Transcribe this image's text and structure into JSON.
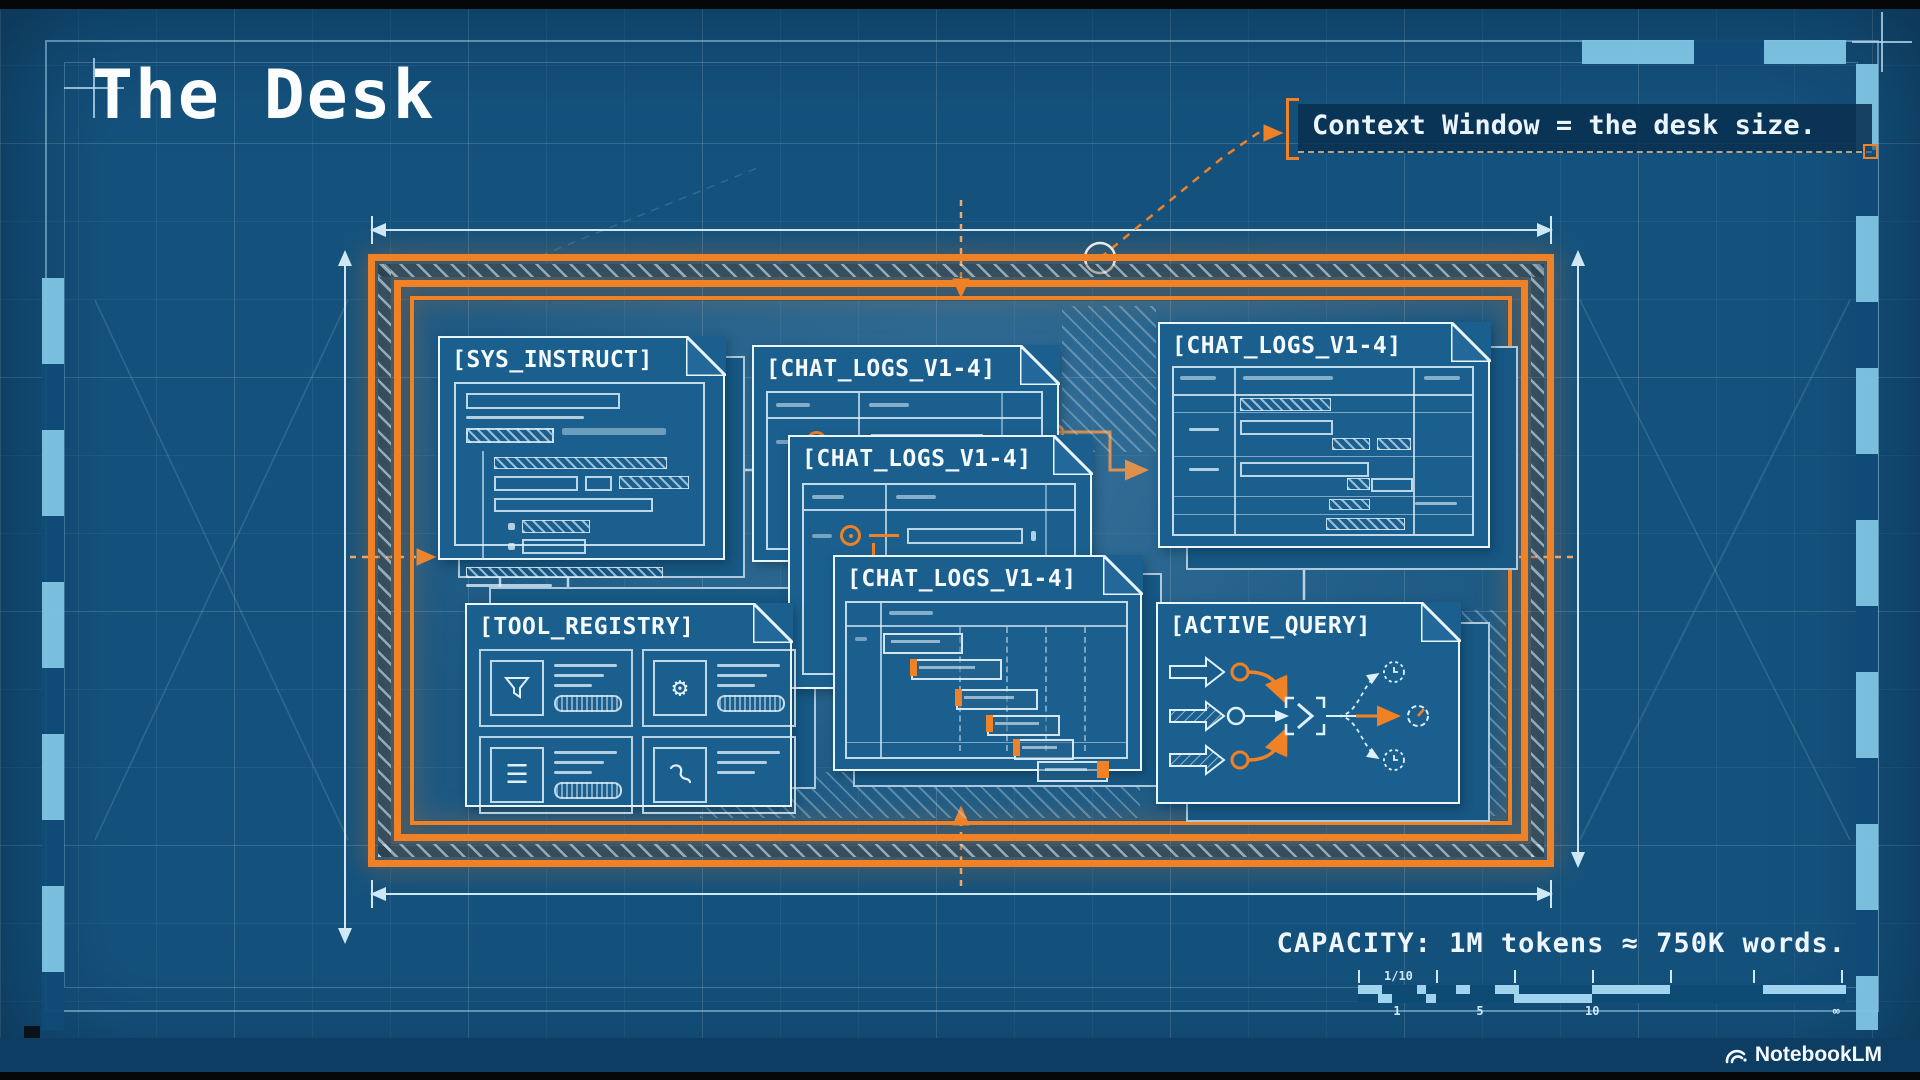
{
  "title": "The Desk",
  "callout": {
    "text": "Context Window = the desk size."
  },
  "documents": {
    "sys_instruct": {
      "label": "[SYS_INSTRUCT]"
    },
    "chat_logs_top": {
      "label": "[CHAT_LOGS_V1-4]"
    },
    "chat_logs_right": {
      "label": "[CHAT_LOGS_V1-4]"
    },
    "chat_logs_mid": {
      "label": "[CHAT_LOGS_V1-4]"
    },
    "chat_logs_bottom": {
      "label": "[CHAT_LOGS_V1-4]"
    },
    "tool_registry": {
      "label": "[TOOL_REGISTRY]"
    },
    "active_query": {
      "label": "[ACTIVE_QUERY]"
    }
  },
  "footer": {
    "capacity": "CAPACITY: 1M tokens ≈ 750K words.",
    "brand": "NotebookLM"
  },
  "scale_bar": {
    "fraction_label": "1/10",
    "tick_labels": [
      "1",
      "5",
      "10",
      "∞"
    ]
  },
  "icons": {
    "gear": "⚙",
    "list": "☰"
  },
  "colors": {
    "background": "#14527D",
    "accent_orange": "#F08125",
    "paper_line": "#E9F5FC",
    "film_light_blue": "#7FC4E4",
    "footer_band": "#0D3D63"
  }
}
